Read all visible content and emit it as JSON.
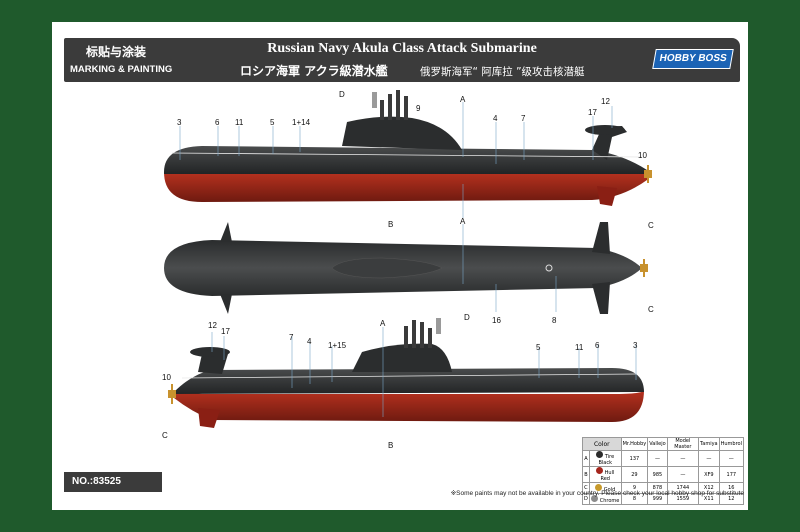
{
  "header": {
    "cn_left": "标贴与涂装",
    "en_left": "MARKING & PAINTING",
    "title": "Russian Navy Akula Class Attack Submarine",
    "jp_title": "ロシア海軍 アクラ級潜水艦",
    "cn_title": "俄罗斯海军“ 阿库拉 ”级攻击核潜艇",
    "logo": "HOBBY BOSS"
  },
  "product_no": "NO.:83525",
  "callouts": {
    "A": "A",
    "B": "B",
    "C": "C",
    "D": "D",
    "n1": "1+14",
    "n1b": "1+15",
    "n3": "3",
    "n4": "4",
    "n5": "5",
    "n6": "6",
    "n7": "7",
    "n8": "8",
    "n9": "9",
    "n10": "10",
    "n11": "11",
    "n12": "12",
    "n16": "16",
    "n17": "17"
  },
  "paint_table": {
    "headers": [
      "Color",
      "Mr.Hobby",
      "Vallejo",
      "Model Master",
      "Tamiya",
      "Humbrol"
    ],
    "rows": [
      {
        "letter": "A",
        "swatch": "#2b2b2b",
        "name": "Tire Black",
        "code": "137",
        "c1": "—",
        "c2": "—",
        "c3": "—",
        "c4": "—"
      },
      {
        "letter": "B",
        "swatch": "#a5251c",
        "name": "Hull Red",
        "code": "29",
        "c1": "985",
        "c2": "—",
        "c3": "XF9",
        "c4": "177"
      },
      {
        "letter": "C",
        "swatch": "#c79a2c",
        "name": "Gold",
        "code": "9",
        "c1": "878",
        "c2": "1744",
        "c3": "X12",
        "c4": "16"
      },
      {
        "letter": "D",
        "swatch": "#8b8b8b",
        "name": "Chrome",
        "code": "8",
        "c1": "999",
        "c2": "1559",
        "c3": "X11",
        "c4": "12"
      }
    ]
  },
  "note": "※Some paints may not be available in your country. Please check your local hobby shop for substitute",
  "colors": {
    "hull_black": "#2d2f30",
    "hull_red": "#9a2418",
    "header_bg": "#3b3b3b",
    "border_green": "#1f5a2c",
    "brass": "#c8922e"
  }
}
